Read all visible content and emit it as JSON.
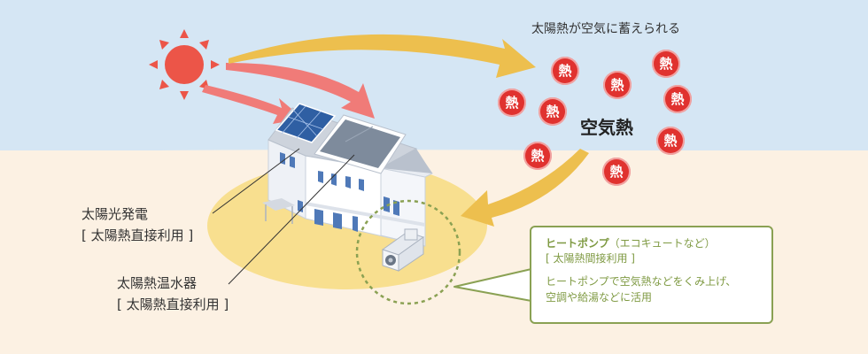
{
  "caption_top": "太陽熱が空気に蓄えられる",
  "air_heat_label": "空気熱",
  "heat_glyph": "熱",
  "solar_power": {
    "line1": "太陽光発電",
    "line2": "[ 太陽熱直接利用 ]"
  },
  "solar_water": {
    "line1": "太陽熱温水器",
    "line2": "[ 太陽熱直接利用 ]"
  },
  "heat_pump": {
    "title": "ヒートポンプ",
    "title_note": "（エコキュートなど）",
    "subtitle": "[ 太陽熱間接利用 ]",
    "desc_line1": "ヒートポンプで空気熱などをくみ上げ、",
    "desc_line2": "空調や給湯などに活用"
  },
  "colors": {
    "sky": "#d5e6f4",
    "ground": "#fcf1e3",
    "yard": "#f8df8f",
    "sun": "#ec5548",
    "red_arrow": "#f07b78",
    "yellow_arrow": "#edbf4e",
    "heat_ball": "#e0322f",
    "callout": "#8aa153"
  }
}
